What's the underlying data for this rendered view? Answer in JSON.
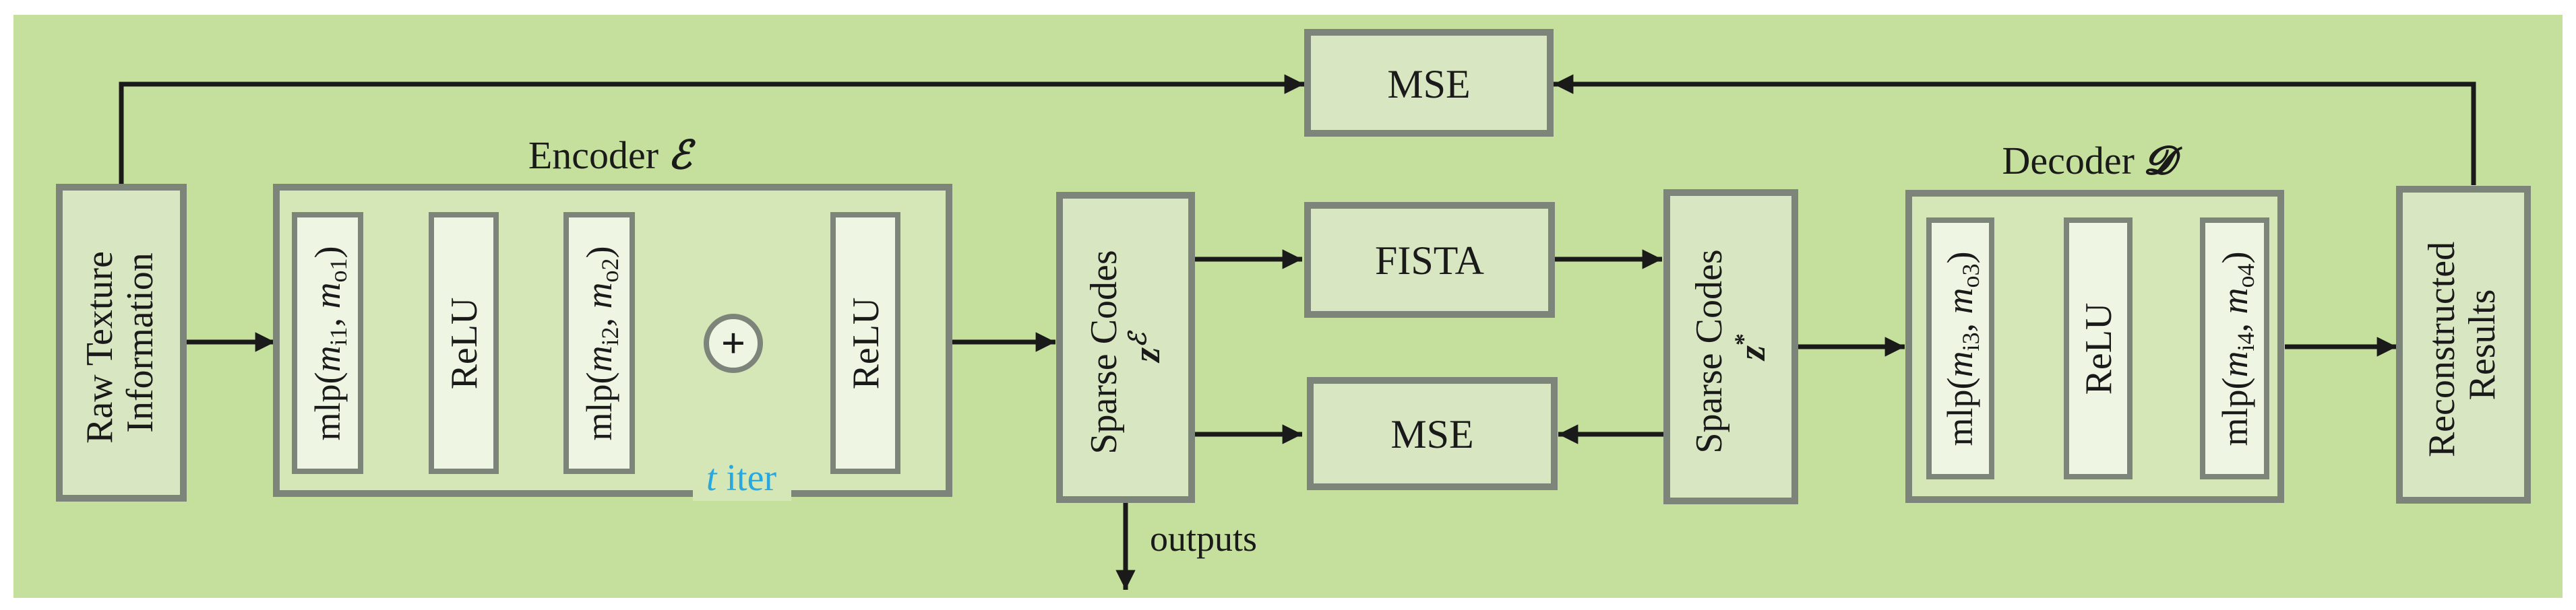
{
  "colors": {
    "background": "#c5df9d",
    "group_fill": "#d5e6b7",
    "block_fill": "#d8e6c2",
    "inner_fill": "#eef5e2",
    "border": "#7d847a",
    "arrow": "#1a1a1a",
    "iter_blue": "#29a8e0"
  },
  "encoder": {
    "title": "Encoder",
    "symbol": "ℰ"
  },
  "decoder": {
    "title": "Decoder",
    "symbol": "𝓓"
  },
  "raw_input": {
    "line1": "Raw Texture",
    "line2": "Information"
  },
  "reconstructed": {
    "line1": "Reconstructed",
    "line2": "Results"
  },
  "mse_top": "MSE",
  "mse_bottom": "MSE",
  "fista": "FISTA",
  "sparse_codes_enc": {
    "label": "Sparse Codes",
    "var": "z",
    "sup": "ℰ"
  },
  "sparse_codes_star": {
    "label": "Sparse Codes",
    "var": "z",
    "sup": "*"
  },
  "enc_layers": {
    "mlp1": {
      "prefix": "mlp(",
      "a": "m",
      "a_sub": "i1",
      "b": "m",
      "b_sub": "o1"
    },
    "relu1": "ReLU",
    "mlp2": {
      "prefix": "mlp(",
      "a": "m",
      "a_sub": "i2",
      "b": "m",
      "b_sub": "o2"
    },
    "relu2": "ReLU",
    "plus": "+"
  },
  "dec_layers": {
    "mlp3": {
      "prefix": "mlp(",
      "a": "m",
      "a_sub": "i3",
      "b": "m",
      "b_sub": "o3"
    },
    "relu": "ReLU",
    "mlp4": {
      "prefix": "mlp(",
      "a": "m",
      "a_sub": "i4",
      "b": "m",
      "b_sub": "o4"
    }
  },
  "iter_label": {
    "var": "t",
    "text": " iter"
  },
  "outputs": "outputs"
}
